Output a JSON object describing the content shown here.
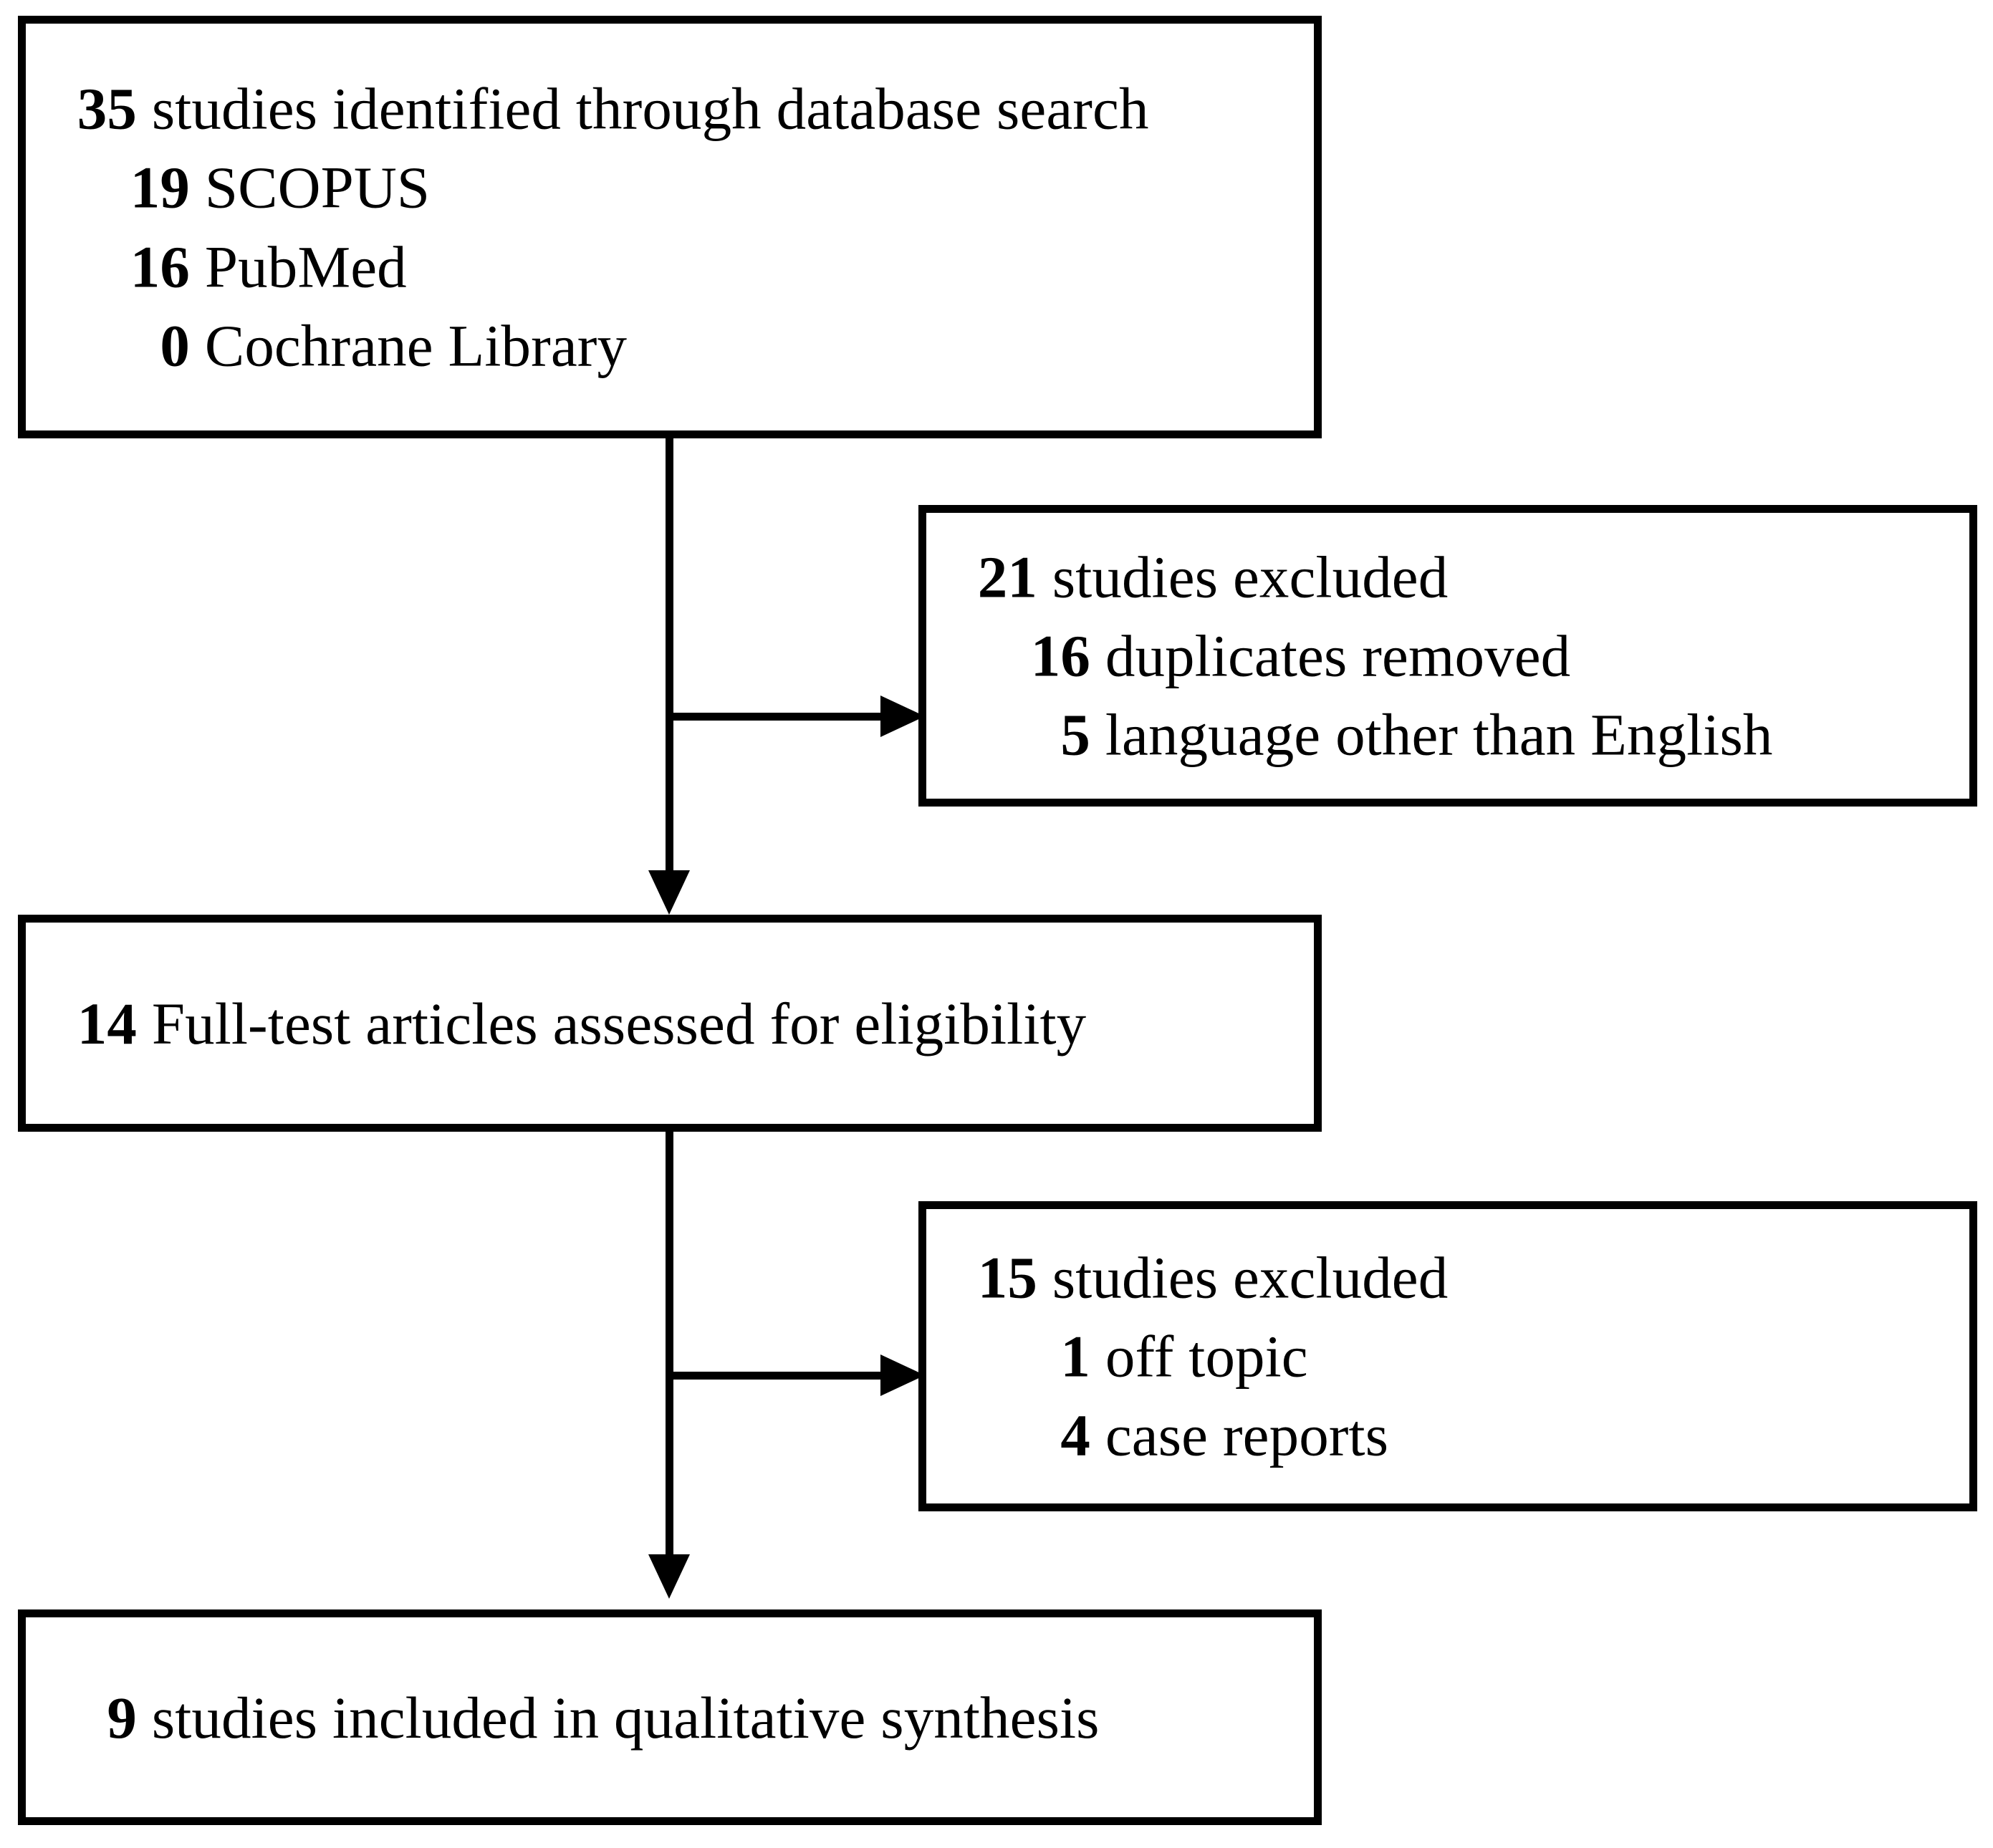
{
  "diagram": {
    "type": "prisma-flow-diagram",
    "title": "PRISMA study selection flow",
    "colors": {
      "stroke": "#000000",
      "background": "#ffffff",
      "text": "#000000"
    },
    "boxes": [
      {
        "id": "identified",
        "name": "records-identified-box",
        "lines": [
          {
            "level": 0,
            "count": "35",
            "text": "studies identified through database search"
          },
          {
            "level": 1,
            "count": "19",
            "text": "SCOPUS"
          },
          {
            "level": 1,
            "count": "16",
            "text": "PubMed"
          },
          {
            "level": 1,
            "count": "0",
            "text": "Cochrane Library"
          }
        ]
      },
      {
        "id": "excluded-screening",
        "name": "records-excluded-screening-box",
        "lines": [
          {
            "level": 0,
            "count": "21",
            "text": "studies excluded"
          },
          {
            "level": 1,
            "count": "16",
            "text": "duplicates removed"
          },
          {
            "level": 1,
            "count": "5",
            "text": "language other than English"
          }
        ]
      },
      {
        "id": "fulltext",
        "name": "full-text-assessed-box",
        "lines": [
          {
            "level": 0,
            "count": "14",
            "text": "Full-test articles assessed for eligibility"
          }
        ]
      },
      {
        "id": "excluded-eligibility",
        "name": "records-excluded-eligibility-box",
        "lines": [
          {
            "level": 0,
            "count": "15",
            "text": "studies excluded"
          },
          {
            "level": 1,
            "count": "1",
            "text": "off topic"
          },
          {
            "level": 1,
            "count": "4",
            "text": "case reports"
          }
        ]
      },
      {
        "id": "included",
        "name": "studies-included-box",
        "lines": [
          {
            "level": 0,
            "count": "9",
            "text": "studies included in qualitative synthesis"
          }
        ]
      }
    ],
    "connectors": [
      {
        "id": "spine-1",
        "name": "vertical-connector-identified-to-fulltext",
        "direction": "down"
      },
      {
        "id": "spine-2",
        "name": "vertical-connector-fulltext-to-included",
        "direction": "down"
      },
      {
        "id": "branch-1",
        "name": "branch-connector-to-excluded-screening",
        "direction": "right"
      },
      {
        "id": "branch-2",
        "name": "branch-connector-to-excluded-eligibility",
        "direction": "right"
      }
    ]
  }
}
